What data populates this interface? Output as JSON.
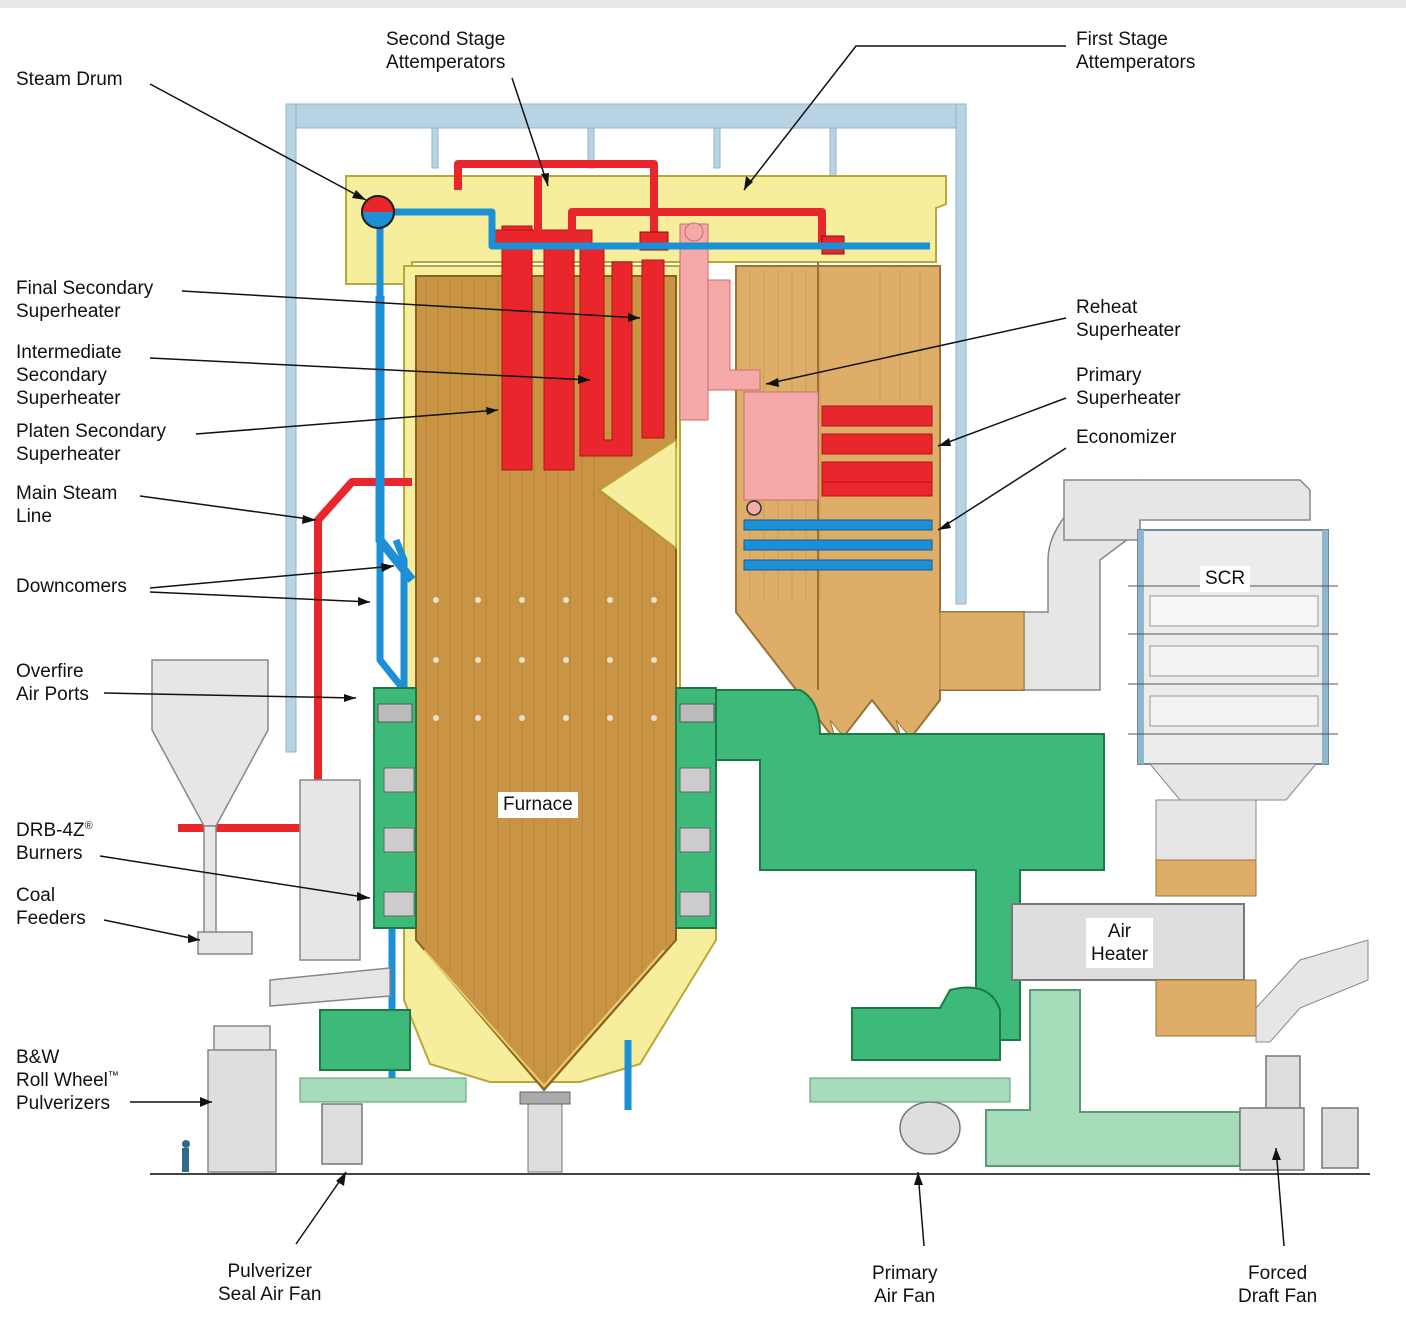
{
  "labels": {
    "steam_drum": "Steam Drum",
    "second_stage_1": "Second Stage",
    "second_stage_2": "Attemperators",
    "first_stage_1": "First Stage",
    "first_stage_2": "Attemperators",
    "final_secondary_1": "Final Secondary",
    "final_secondary_2": "Superheater",
    "intermediate_1": "Intermediate",
    "intermediate_2": "Secondary",
    "intermediate_3": "Superheater",
    "platen_1": "Platen Secondary",
    "platen_2": "Superheater",
    "main_steam_1": "Main Steam",
    "main_steam_2": "Line",
    "downcomers": "Downcomers",
    "overfire_1": "Overfire",
    "overfire_2": "Air Ports",
    "burners_1": "DRB-4Z",
    "burners_1_mark": "®",
    "burners_2": "Burners",
    "coal_1": "Coal",
    "coal_2": "Feeders",
    "pulverizers_1": "B&W",
    "pulverizers_2": "Roll Wheel",
    "pulverizers_2_mark": "™",
    "pulverizers_3": "Pulverizers",
    "reheat_1": "Reheat",
    "reheat_2": "Superheater",
    "primary_sh_1": "Primary",
    "primary_sh_2": "Superheater",
    "economizer": "Economizer",
    "furnace": "Furnace",
    "scr": "SCR",
    "air_heater_1": "Air",
    "air_heater_2": "Heater",
    "seal_fan_1": "Pulverizer",
    "seal_fan_2": "Seal Air Fan",
    "pa_fan_1": "Primary",
    "pa_fan_2": "Air Fan",
    "fd_fan_1": "Forced",
    "fd_fan_2": "Draft Fan"
  },
  "colors": {
    "steel_frame": "#b8d4e4",
    "casing_yellow": "#f6ee9c",
    "furnace_brown": "#c99444",
    "backpass_tan": "#deae68",
    "steam_red": "#e8262b",
    "water_blue": "#1c8fd6",
    "reheat_pink": "#f5a9a9",
    "air_duct_green": "#3dba79",
    "light_green": "#a7dcbb",
    "equipment_gray": "#dedede"
  }
}
